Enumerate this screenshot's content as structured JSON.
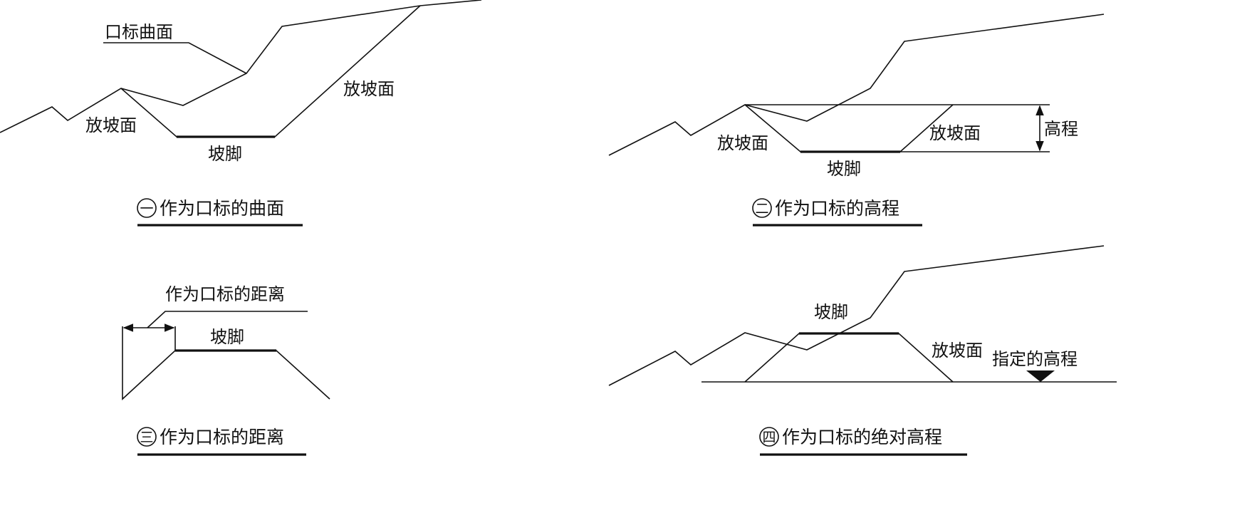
{
  "diagrams": [
    {
      "number": "一",
      "caption": "作为口标的曲面",
      "labels": {
        "surface": "口标曲面",
        "slope_left": "放坡面",
        "slope_right": "放坡面",
        "toe": "坡脚"
      }
    },
    {
      "number": "二",
      "caption": "作为口标的高程",
      "labels": {
        "slope_left": "放坡面",
        "slope_right": "放坡面",
        "toe": "坡脚",
        "elevation": "高程"
      }
    },
    {
      "number": "三",
      "caption": "作为口标的距离",
      "labels": {
        "distance": "作为口标的距离",
        "toe": "坡脚"
      }
    },
    {
      "number": "四",
      "caption": "作为口标的绝对高程",
      "labels": {
        "toe": "坡脚",
        "slope": "放坡面",
        "elevation": "指定的高程"
      }
    }
  ]
}
